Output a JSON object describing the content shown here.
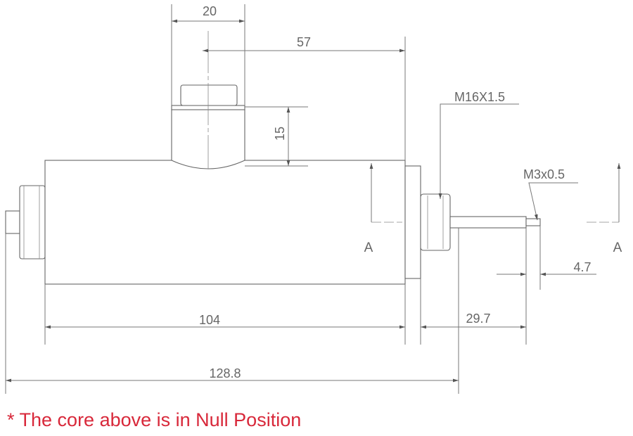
{
  "dimensions": {
    "fitting_width": "20",
    "fitting_offset": "57",
    "fitting_height": "15",
    "body_length": "104",
    "core_extension": "29.7",
    "tip_length": "4.7",
    "overall_length": "128.8"
  },
  "threads": {
    "main": "M16X1.5",
    "tip": "M3x0.5"
  },
  "section_marks": {
    "left": "A",
    "right": "A"
  },
  "note": "* The core above is in Null Position",
  "colors": {
    "lines": "#777777",
    "note": "#d8283a"
  }
}
